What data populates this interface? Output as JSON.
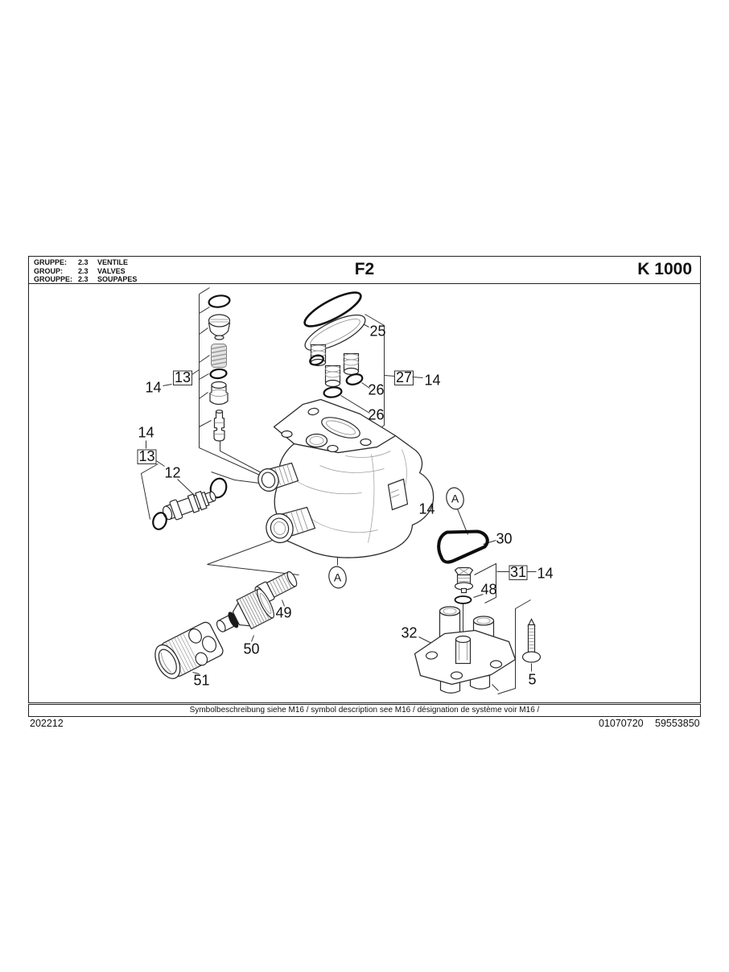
{
  "header": {
    "rows": [
      {
        "label": "GRUPPE:",
        "code": "2.3",
        "name": "VENTILE"
      },
      {
        "label": "GROUP:",
        "code": "2.3",
        "name": "VALVES"
      },
      {
        "label": "GROUPPE:",
        "code": "2.3",
        "name": "SOUPAPES"
      }
    ],
    "page_code": "F2",
    "model": "K 1000"
  },
  "diagram": {
    "callouts": [
      {
        "id": "c14-valve-kit",
        "text": "14"
      },
      {
        "id": "c13-valve-kit",
        "text": "13",
        "boxed": true
      },
      {
        "id": "c25-oval-seal",
        "text": "25"
      },
      {
        "id": "c26-oring-a",
        "text": "26"
      },
      {
        "id": "c26-oring-b",
        "text": "26"
      },
      {
        "id": "c27-valve-unit",
        "text": "27",
        "boxed": true
      },
      {
        "id": "c14-valve-unit",
        "text": "14"
      },
      {
        "id": "c14-cartridge",
        "text": "14"
      },
      {
        "id": "c13-cartridge",
        "text": "13",
        "boxed": true
      },
      {
        "id": "c12-cartridge",
        "text": "12"
      },
      {
        "id": "c14-housing",
        "text": "14"
      },
      {
        "id": "cA-seal",
        "text": "A",
        "circled": true
      },
      {
        "id": "c30-seal",
        "text": "30"
      },
      {
        "id": "c31-valve",
        "text": "31",
        "boxed": true
      },
      {
        "id": "c14-valve31",
        "text": "14"
      },
      {
        "id": "c48-oring",
        "text": "48"
      },
      {
        "id": "cA-housing",
        "text": "A",
        "circled": true
      },
      {
        "id": "c32-flange",
        "text": "32"
      },
      {
        "id": "c5-screw",
        "text": "5"
      },
      {
        "id": "c49-nipple",
        "text": "49"
      },
      {
        "id": "c50-connector",
        "text": "50"
      },
      {
        "id": "c51-coupling",
        "text": "51"
      }
    ]
  },
  "footer": {
    "symbol_note": "Symbolbeschreibung siehe M16 / symbol description see M16 / désignation de système voir M16 /",
    "bottom_left": "202212",
    "bottom_right_1": "01070720",
    "bottom_right_2": "59553850"
  }
}
